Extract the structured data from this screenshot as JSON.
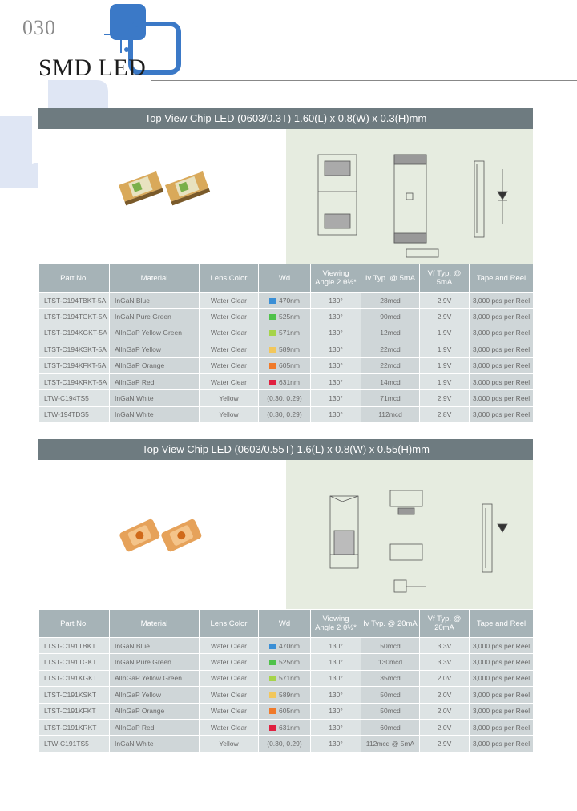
{
  "page": {
    "number": "030",
    "section_title": "SMD LED"
  },
  "columns": [
    "Part No.",
    "Material",
    "Lens Color",
    "Wd",
    "Viewing Angle 2 θ½*",
    "Iv Typ. @ 5mA",
    "Vf Typ. @ 5mA",
    "Tape and Reel"
  ],
  "columns2": [
    "Part No.",
    "Material",
    "Lens Color",
    "Wd",
    "Viewing Angle 2 θ½*",
    "Iv Typ. @ 20mA",
    "Vf Typ. @ 20mA",
    "Tape and Reel"
  ],
  "block1": {
    "title": "Top View Chip LED (0603/0.3T) 1.60(L) x 0.8(W) x 0.3(H)mm",
    "rows": [
      {
        "part": "LTST-C194TBKT-5A",
        "material": "InGaN Blue",
        "lens": "Water Clear",
        "wd": "470nm",
        "color": "#3a8fd6",
        "va": "130°",
        "iv": "28mcd",
        "vf": "2.9V",
        "tape": "3,000 pcs per Reel"
      },
      {
        "part": "LTST-C194TGKT-5A",
        "material": "InGaN Pure Green",
        "lens": "Water Clear",
        "wd": "525nm",
        "color": "#4fc24a",
        "va": "130°",
        "iv": "90mcd",
        "vf": "2.9V",
        "tape": "3,000 pcs per Reel"
      },
      {
        "part": "LTST-C194KGKT-5A",
        "material": "AlInGaP Yellow Green",
        "lens": "Water Clear",
        "wd": "571nm",
        "color": "#a6d44a",
        "va": "130°",
        "iv": "12mcd",
        "vf": "1.9V",
        "tape": "3,000 pcs per Reel"
      },
      {
        "part": "LTST-C194KSKT-5A",
        "material": "AlInGaP Yellow",
        "lens": "Water Clear",
        "wd": "589nm",
        "color": "#f2c75c",
        "va": "130°",
        "iv": "22mcd",
        "vf": "1.9V",
        "tape": "3,000 pcs per Reel"
      },
      {
        "part": "LTST-C194KFKT-5A",
        "material": "AlInGaP Orange",
        "lens": "Water Clear",
        "wd": "605nm",
        "color": "#f07a2a",
        "va": "130°",
        "iv": "22mcd",
        "vf": "1.9V",
        "tape": "3,000 pcs per Reel"
      },
      {
        "part": "LTST-C194KRKT-5A",
        "material": "AlInGaP Red",
        "lens": "Water Clear",
        "wd": "631nm",
        "color": "#e02040",
        "va": "130°",
        "iv": "14mcd",
        "vf": "1.9V",
        "tape": "3,000 pcs per Reel"
      },
      {
        "part": "LTW-C194TS5",
        "material": "InGaN White",
        "lens": "Yellow",
        "wd": "(0.30, 0.29)",
        "color": "",
        "va": "130°",
        "iv": "71mcd",
        "vf": "2.9V",
        "tape": "3,000 pcs per Reel"
      },
      {
        "part": "LTW-194TDS5",
        "material": "InGaN White",
        "lens": "Yellow",
        "wd": "(0.30, 0.29)",
        "color": "",
        "va": "130°",
        "iv": "112mcd",
        "vf": "2.8V",
        "tape": "3,000 pcs per Reel"
      }
    ]
  },
  "block2": {
    "title": "Top View Chip LED (0603/0.55T) 1.6(L) x 0.8(W) x 0.55(H)mm",
    "rows": [
      {
        "part": "LTST-C191TBKT",
        "material": "InGaN Blue",
        "lens": "Water Clear",
        "wd": "470nm",
        "color": "#3a8fd6",
        "va": "130°",
        "iv": "50mcd",
        "vf": "3.3V",
        "tape": "3,000 pcs per Reel"
      },
      {
        "part": "LTST-C191TGKT",
        "material": "InGaN Pure Green",
        "lens": "Water Clear",
        "wd": "525nm",
        "color": "#4fc24a",
        "va": "130°",
        "iv": "130mcd",
        "vf": "3.3V",
        "tape": "3,000 pcs per Reel"
      },
      {
        "part": "LTST-C191KGKT",
        "material": "AlInGaP Yellow Green",
        "lens": "Water Clear",
        "wd": "571nm",
        "color": "#a6d44a",
        "va": "130°",
        "iv": "35mcd",
        "vf": "2.0V",
        "tape": "3,000 pcs per Reel"
      },
      {
        "part": "LTST-C191KSKT",
        "material": "AlInGaP Yellow",
        "lens": "Water Clear",
        "wd": "589nm",
        "color": "#f2c75c",
        "va": "130°",
        "iv": "50mcd",
        "vf": "2.0V",
        "tape": "3,000 pcs per Reel"
      },
      {
        "part": "LTST-C191KFKT",
        "material": "AlInGaP Orange",
        "lens": "Water Clear",
        "wd": "605nm",
        "color": "#f07a2a",
        "va": "130°",
        "iv": "50mcd",
        "vf": "2.0V",
        "tape": "3,000 pcs per Reel"
      },
      {
        "part": "LTST-C191KRKT",
        "material": "AlInGaP Red",
        "lens": "Water Clear",
        "wd": "631nm",
        "color": "#e02040",
        "va": "130°",
        "iv": "60mcd",
        "vf": "2.0V",
        "tape": "3,000 pcs per Reel"
      },
      {
        "part": "LTW-C191TS5",
        "material": "InGaN White",
        "lens": "Yellow",
        "wd": "(0.30, 0.29)",
        "color": "",
        "va": "130°",
        "iv": "112mcd @ 5mA",
        "vf": "2.9V",
        "tape": "3,000 pcs per Reel"
      }
    ]
  }
}
